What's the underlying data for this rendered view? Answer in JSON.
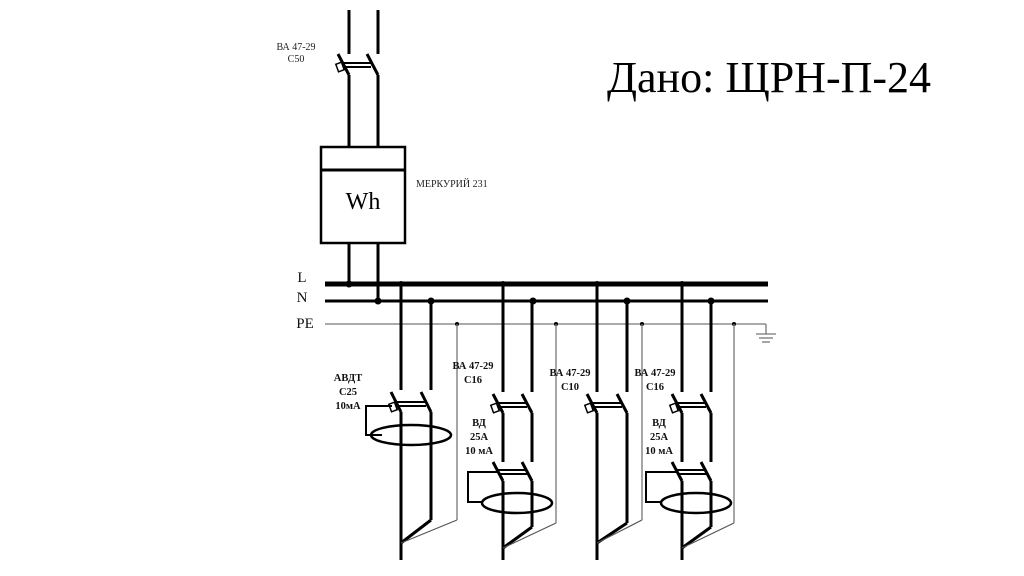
{
  "title": "Дано: ЩРН-П-24",
  "input_breaker": {
    "label_line1": "ВА 47-29",
    "label_line2": "С50"
  },
  "meter": {
    "symbol": "Wh",
    "label": "МЕРКУРИЙ 231"
  },
  "buses": {
    "L": "L",
    "N": "N",
    "PE": "PE"
  },
  "branches": [
    {
      "id": "b1",
      "type": "avdt",
      "label_lines": [
        "АВДТ",
        "С25",
        "10мА"
      ]
    },
    {
      "id": "b2",
      "type": "breaker+rcd",
      "breaker_lines": [
        "ВА 47-29",
        "С16"
      ],
      "rcd_lines": [
        "ВД",
        "25А",
        "10 мА"
      ]
    },
    {
      "id": "b3",
      "type": "breaker",
      "breaker_lines": [
        "ВА 47-29",
        "С10"
      ]
    },
    {
      "id": "b4",
      "type": "breaker+rcd",
      "breaker_lines": [
        "ВА 47-29",
        "С16"
      ],
      "rcd_lines": [
        "ВД",
        "25А",
        "10 мА"
      ]
    }
  ]
}
